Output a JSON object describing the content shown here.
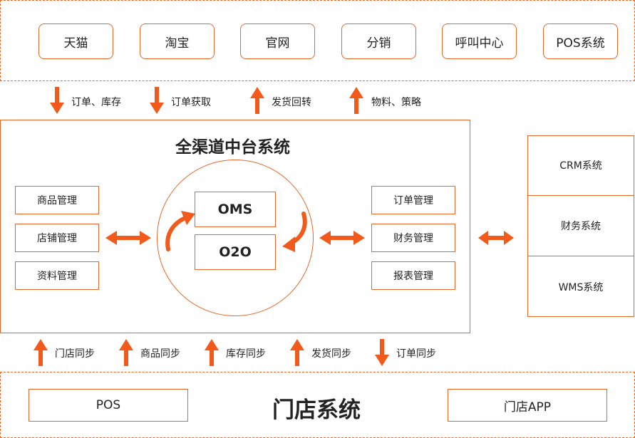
{
  "channels": [
    "天猫",
    "淘宝",
    "官网",
    "分销",
    "呼叫中心",
    "POS系统"
  ],
  "top_flows": [
    "订单、库存",
    "订单获取",
    "发货回转",
    "物料、策略"
  ],
  "center": {
    "title": "全渠道中台系统",
    "left_modules": [
      "商品管理",
      "店铺管理",
      "资料管理"
    ],
    "core": [
      "OMS",
      "O2O"
    ],
    "right_modules": [
      "订单管理",
      "财务管理",
      "报表管理"
    ]
  },
  "external": [
    "CRM系统",
    "财务系统",
    "WMS系统"
  ],
  "bottom_flows": [
    "门店同步",
    "商品同步",
    "库存同步",
    "发货同步",
    "订单同步"
  ],
  "store": {
    "title": "门店系统",
    "left": "POS",
    "right": "门店APP"
  },
  "colors": {
    "accent": "#f25a1c",
    "border": "#e8662a"
  }
}
